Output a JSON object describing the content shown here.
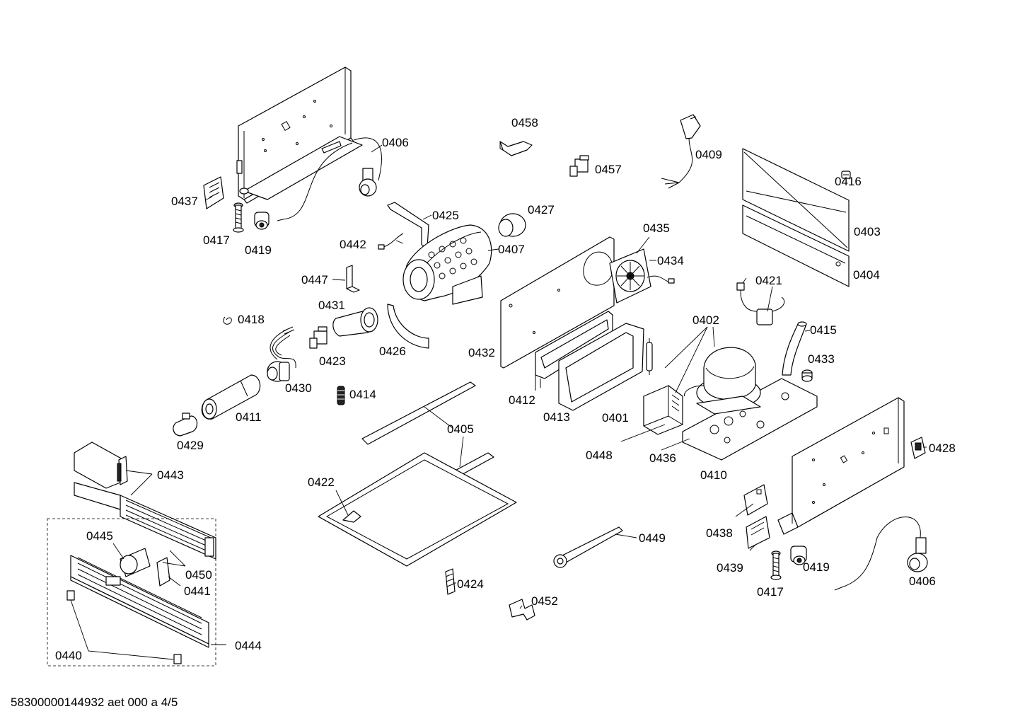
{
  "footer": {
    "document_id": "58300000144932 aet 000 a 4/5"
  },
  "parts": {
    "p0401": "0401",
    "p0402": "0402",
    "p0403": "0403",
    "p0404": "0404",
    "p0405": "0405",
    "p0406_top": "0406",
    "p0406_bottom": "0406",
    "p0407": "0407",
    "p0409": "0409",
    "p0410": "0410",
    "p0411": "0411",
    "p0412": "0412",
    "p0413": "0413",
    "p0414": "0414",
    "p0415": "0415",
    "p0416": "0416",
    "p0417_top": "0417",
    "p0417_bottom": "0417",
    "p0418": "0418",
    "p0419_top": "0419",
    "p0419_bottom": "0419",
    "p0421": "0421",
    "p0422": "0422",
    "p0423": "0423",
    "p0424": "0424",
    "p0425": "0425",
    "p0426": "0426",
    "p0427": "0427",
    "p0428": "0428",
    "p0429": "0429",
    "p0430": "0430",
    "p0431": "0431",
    "p0432": "0432",
    "p0433": "0433",
    "p0434": "0434",
    "p0435": "0435",
    "p0436": "0436",
    "p0437": "0437",
    "p0438": "0438",
    "p0439": "0439",
    "p0440": "0440",
    "p0441": "0441",
    "p0442": "0442",
    "p0443": "0443",
    "p0444": "0444",
    "p0445": "0445",
    "p0447": "0447",
    "p0448": "0448",
    "p0449": "0449",
    "p0450": "0450",
    "p0452": "0452",
    "p0457": "0457",
    "p0458": "0458"
  }
}
